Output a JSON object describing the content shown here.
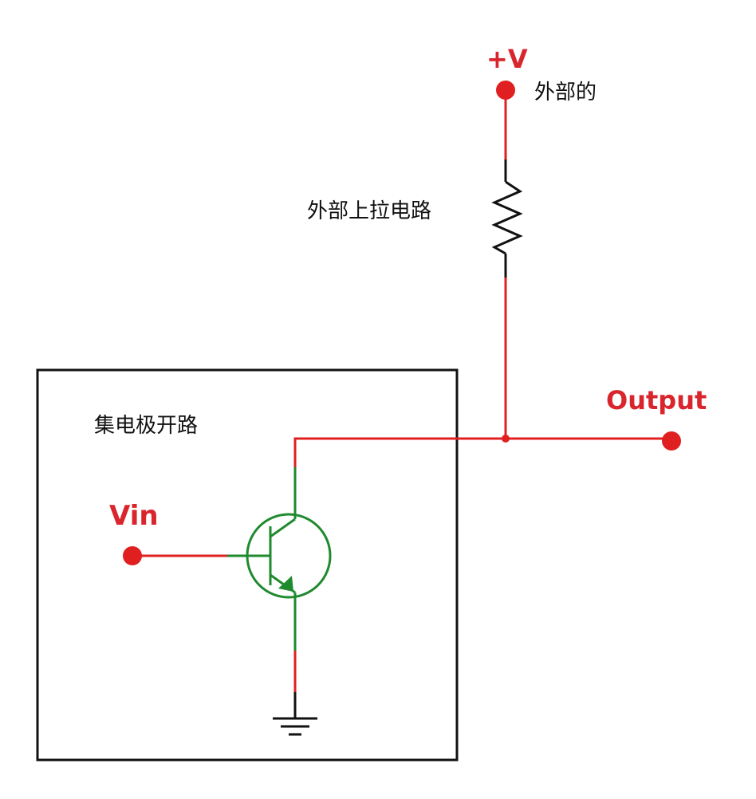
{
  "labels": {
    "supply": "+V",
    "supply_note": "外部的",
    "pullup": "外部上拉电路",
    "box_title": "集电极开路",
    "input": "Vin",
    "output": "Output"
  },
  "colors": {
    "wire": "#e02020",
    "transistor": "#1f8a2e",
    "resistor": "#111111",
    "box": "#111111",
    "label_red": "#d9252c",
    "text": "#111111"
  }
}
